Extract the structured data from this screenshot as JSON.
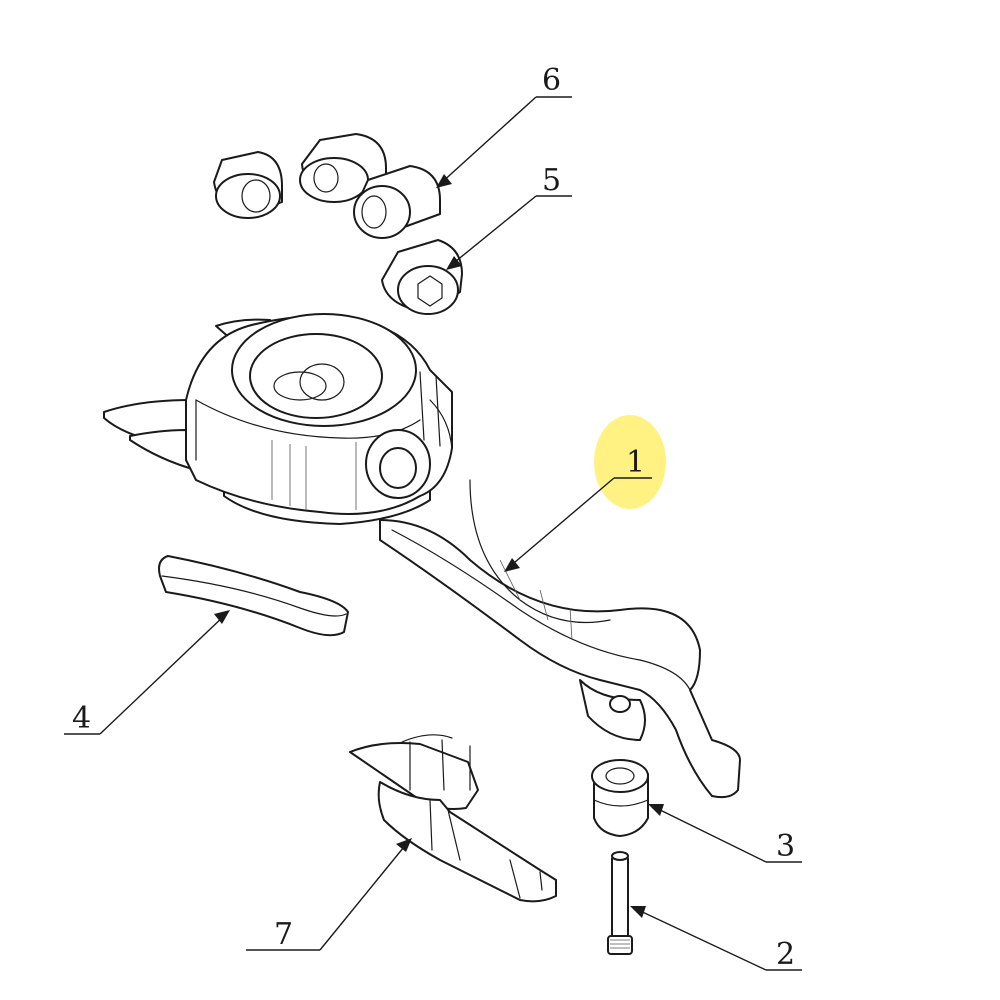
{
  "callouts": [
    {
      "id": "6",
      "label": "6"
    },
    {
      "id": "5",
      "label": "5"
    },
    {
      "id": "1",
      "label": "1"
    },
    {
      "id": "4",
      "label": "4"
    },
    {
      "id": "3",
      "label": "3"
    },
    {
      "id": "7",
      "label": "7"
    },
    {
      "id": "2",
      "label": "2"
    }
  ],
  "highlight_color": "#FFF176",
  "line_color": "#1a1a1a"
}
